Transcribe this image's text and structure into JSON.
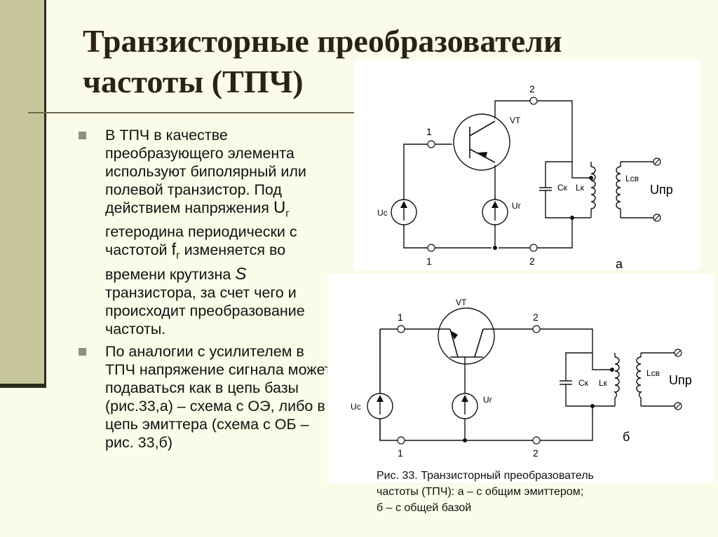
{
  "title": "Транзисторные преобразователи частоты (ТПЧ)",
  "bullets": {
    "b1": {
      "t1": "В ТПЧ в качестве преобразующего элемента используют биполярный или полевой транзистор. Под действием напряжения ",
      "u": "U",
      "u_sub": "г",
      "t2": " гетеродина  периодически с частотой ",
      "f": "f",
      "f_sub": "г",
      "t3": " изменяется во времени крутизна ",
      "s": "S",
      "t4": " транзистора, за счет чего и происходит преобразование частоты."
    },
    "b2": "По аналогии с усилителем в ТПЧ напряжение сигнала может подаваться как в цепь базы (рис.33,а) – схема с ОЭ, либо в цепь эмиттера (схема с ОБ – рис. 33,б)"
  },
  "diagram_a": {
    "vt": "VT",
    "node1_top": "1",
    "node2_top": "2",
    "node1_bottom": "1",
    "node2_bottom": "2",
    "uc": "Uc",
    "ug": "Uг",
    "ck": "Cк",
    "lk": "Lк",
    "lsv": "Lсв",
    "upr": "Uпр",
    "label": "а"
  },
  "diagram_b": {
    "vt": "VT",
    "node1_top": "1",
    "node2_top": "2",
    "node1_bottom": "1",
    "node2_bottom": "2",
    "uc": "Uc",
    "ug": "Uг",
    "ck": "Cк",
    "lk": "Lк",
    "lsv": "Lсв",
    "upr": "Uпр",
    "label": "б"
  },
  "caption": {
    "line1": "Рис. 33. Транзисторный преобразователь",
    "line2": "частоты (ТПЧ): а – с общим эмиттером;",
    "line3": "б – с общей базой"
  }
}
